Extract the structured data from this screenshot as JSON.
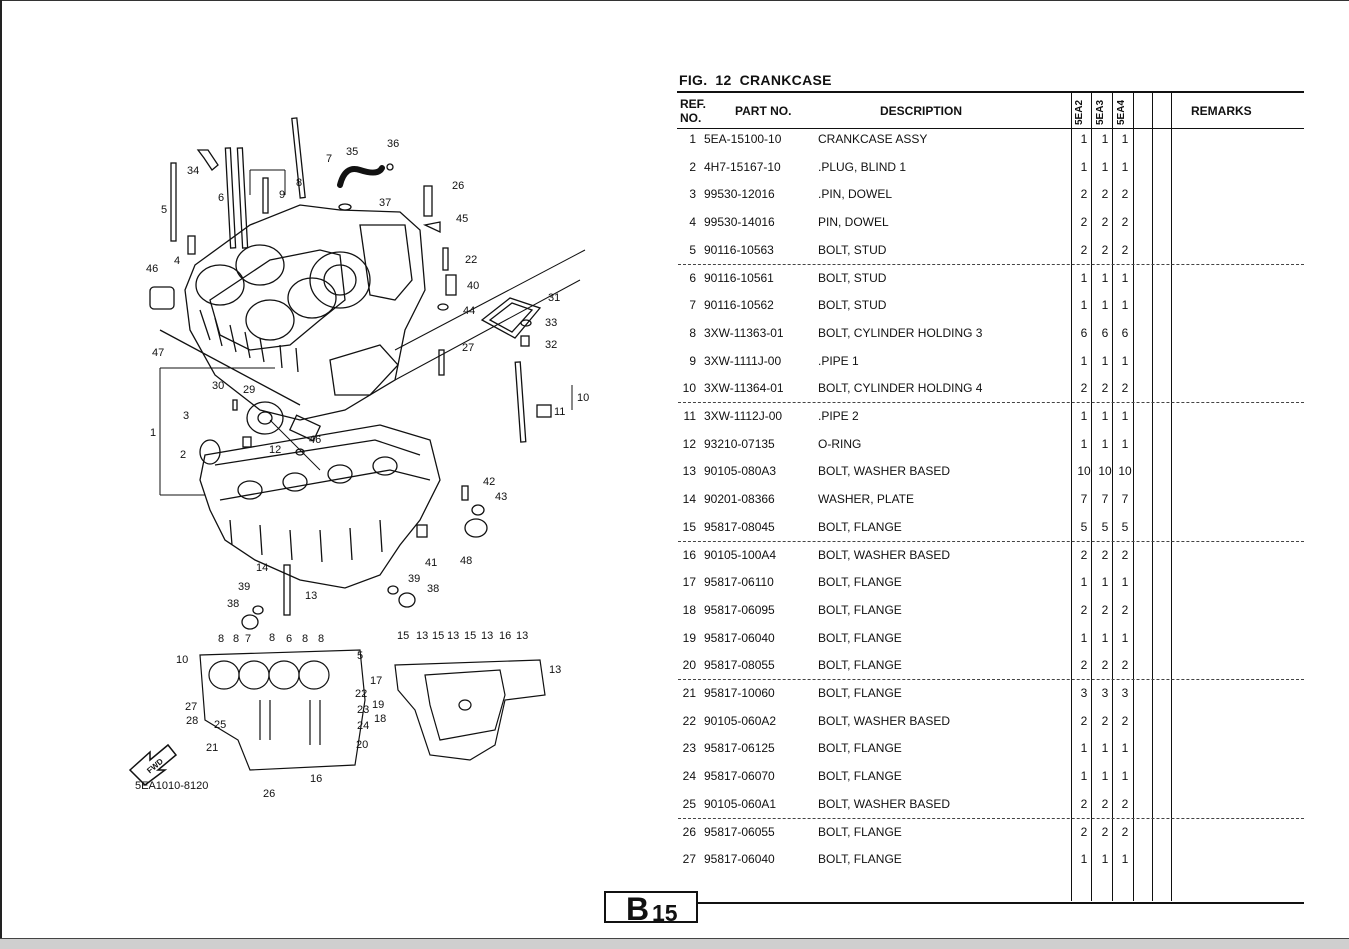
{
  "figure": {
    "label": "FIG.",
    "number": "12",
    "title": "CRANKCASE"
  },
  "columns": {
    "ref_line1": "REF.",
    "ref_line2": "NO.",
    "part_no": "PART NO.",
    "description": "DESCRIPTION",
    "models": [
      "5EA2",
      "5EA3",
      "5EA4"
    ],
    "remarks": "REMARKS"
  },
  "rows": [
    {
      "ref": "1",
      "part": "5EA-15100-10",
      "desc": "CRANKCASE ASSY",
      "q": [
        "1",
        "1",
        "1"
      ]
    },
    {
      "ref": "2",
      "part": "4H7-15167-10",
      "desc": ".PLUG, BLIND 1",
      "q": [
        "1",
        "1",
        "1"
      ]
    },
    {
      "ref": "3",
      "part": "99530-12016",
      "desc": ".PIN, DOWEL",
      "q": [
        "2",
        "2",
        "2"
      ]
    },
    {
      "ref": "4",
      "part": "99530-14016",
      "desc": "PIN, DOWEL",
      "q": [
        "2",
        "2",
        "2"
      ]
    },
    {
      "ref": "5",
      "part": "90116-10563",
      "desc": "BOLT, STUD",
      "q": [
        "2",
        "2",
        "2"
      ]
    },
    {
      "ref": "6",
      "part": "90116-10561",
      "desc": "BOLT, STUD",
      "q": [
        "1",
        "1",
        "1"
      ]
    },
    {
      "ref": "7",
      "part": "90116-10562",
      "desc": "BOLT, STUD",
      "q": [
        "1",
        "1",
        "1"
      ]
    },
    {
      "ref": "8",
      "part": "3XW-11363-01",
      "desc": "BOLT, CYLINDER HOLDING 3",
      "q": [
        "6",
        "6",
        "6"
      ]
    },
    {
      "ref": "9",
      "part": "3XW-1111J-00",
      "desc": ".PIPE 1",
      "q": [
        "1",
        "1",
        "1"
      ]
    },
    {
      "ref": "10",
      "part": "3XW-11364-01",
      "desc": "BOLT, CYLINDER HOLDING 4",
      "q": [
        "2",
        "2",
        "2"
      ]
    },
    {
      "ref": "11",
      "part": "3XW-1112J-00",
      "desc": ".PIPE 2",
      "q": [
        "1",
        "1",
        "1"
      ]
    },
    {
      "ref": "12",
      "part": "93210-07135",
      "desc": "O-RING",
      "q": [
        "1",
        "1",
        "1"
      ]
    },
    {
      "ref": "13",
      "part": "90105-080A3",
      "desc": "BOLT, WASHER BASED",
      "q": [
        "10",
        "10",
        "10"
      ]
    },
    {
      "ref": "14",
      "part": "90201-08366",
      "desc": "WASHER, PLATE",
      "q": [
        "7",
        "7",
        "7"
      ]
    },
    {
      "ref": "15",
      "part": "95817-08045",
      "desc": "BOLT, FLANGE",
      "q": [
        "5",
        "5",
        "5"
      ]
    },
    {
      "ref": "16",
      "part": "90105-100A4",
      "desc": "BOLT, WASHER BASED",
      "q": [
        "2",
        "2",
        "2"
      ]
    },
    {
      "ref": "17",
      "part": "95817-06110",
      "desc": "BOLT, FLANGE",
      "q": [
        "1",
        "1",
        "1"
      ]
    },
    {
      "ref": "18",
      "part": "95817-06095",
      "desc": "BOLT, FLANGE",
      "q": [
        "2",
        "2",
        "2"
      ]
    },
    {
      "ref": "19",
      "part": "95817-06040",
      "desc": "BOLT, FLANGE",
      "q": [
        "1",
        "1",
        "1"
      ]
    },
    {
      "ref": "20",
      "part": "95817-08055",
      "desc": "BOLT, FLANGE",
      "q": [
        "2",
        "2",
        "2"
      ]
    },
    {
      "ref": "21",
      "part": "95817-10060",
      "desc": "BOLT, FLANGE",
      "q": [
        "3",
        "3",
        "3"
      ]
    },
    {
      "ref": "22",
      "part": "90105-060A2",
      "desc": "BOLT, WASHER BASED",
      "q": [
        "2",
        "2",
        "2"
      ]
    },
    {
      "ref": "23",
      "part": "95817-06125",
      "desc": "BOLT, FLANGE",
      "q": [
        "1",
        "1",
        "1"
      ]
    },
    {
      "ref": "24",
      "part": "95817-06070",
      "desc": "BOLT, FLANGE",
      "q": [
        "1",
        "1",
        "1"
      ]
    },
    {
      "ref": "25",
      "part": "90105-060A1",
      "desc": "BOLT, WASHER BASED",
      "q": [
        "2",
        "2",
        "2"
      ]
    },
    {
      "ref": "26",
      "part": "95817-06055",
      "desc": "BOLT, FLANGE",
      "q": [
        "2",
        "2",
        "2"
      ]
    },
    {
      "ref": "27",
      "part": "95817-06040",
      "desc": "BOLT, FLANGE",
      "q": [
        "1",
        "1",
        "1"
      ]
    }
  ],
  "diagram": {
    "code": "5EA1010-8120",
    "fwd": "FWD",
    "callouts": [
      "36",
      "35",
      "7",
      "34",
      "8",
      "9",
      "6",
      "5",
      "26",
      "37",
      "45",
      "22",
      "4",
      "46",
      "40",
      "44",
      "31",
      "33",
      "32",
      "27",
      "47",
      "10",
      "11",
      "30",
      "29",
      "1",
      "3",
      "46",
      "12",
      "2",
      "42",
      "43",
      "41",
      "48",
      "14",
      "13",
      "39",
      "38",
      "39",
      "38",
      "8",
      "8",
      "7",
      "8",
      "6",
      "8",
      "8",
      "10",
      "5",
      "22",
      "27",
      "28",
      "25",
      "23",
      "24",
      "20",
      "21",
      "26",
      "16",
      "15",
      "13",
      "15",
      "13",
      "15",
      "13",
      "16",
      "13",
      "13",
      "17",
      "19",
      "18"
    ]
  },
  "page": {
    "letter": "B",
    "number": "15"
  }
}
